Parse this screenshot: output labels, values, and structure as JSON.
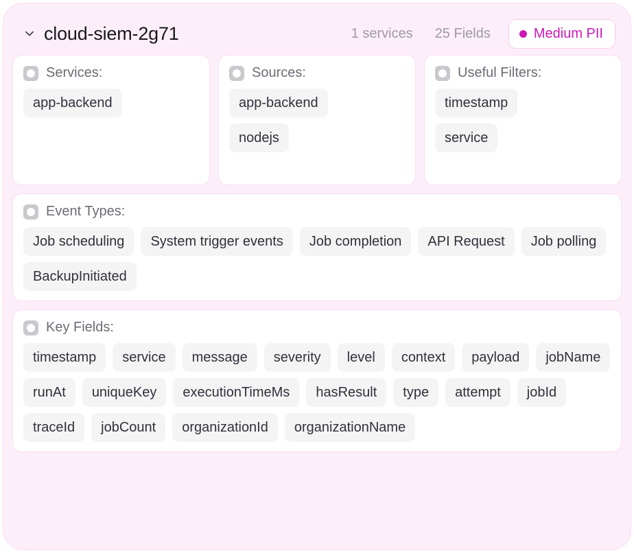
{
  "header": {
    "chevron_icon": "chevron-down-icon",
    "title": "cloud-siem-2g71",
    "services_stat": "1 services",
    "fields_stat": "25 Fields",
    "pii_badge": {
      "label": "Medium PII",
      "dot_color": "#cc18b6",
      "text_color": "#cc18b6"
    }
  },
  "cards": {
    "services": {
      "icon": "square-circle-icon",
      "label": "Services:",
      "items": [
        "app-backend"
      ]
    },
    "sources": {
      "icon": "square-circle-icon",
      "label": "Sources:",
      "items": [
        "app-backend",
        "nodejs"
      ]
    },
    "useful_filters": {
      "icon": "square-circle-icon",
      "label": "Useful Filters:",
      "items": [
        "timestamp",
        "service"
      ]
    },
    "event_types": {
      "icon": "square-circle-icon",
      "label": "Event Types:",
      "items": [
        "Job scheduling",
        "System trigger events",
        "Job completion",
        "API Request",
        "Job polling",
        "BackupInitiated"
      ]
    },
    "key_fields": {
      "icon": "square-circle-icon",
      "label": "Key Fields:",
      "items": [
        "timestamp",
        "service",
        "message",
        "severity",
        "level",
        "context",
        "payload",
        "jobName",
        "runAt",
        "uniqueKey",
        "executionTimeMs",
        "hasResult",
        "type",
        "attempt",
        "jobId",
        "traceId",
        "jobCount",
        "organizationId",
        "organizationName"
      ]
    }
  },
  "colors": {
    "panel_bg": "#fdeffa",
    "panel_border": "#fbdcf4",
    "card_bg": "#ffffff",
    "chip_bg": "#f4f4f5",
    "accent": "#cc18b6"
  }
}
